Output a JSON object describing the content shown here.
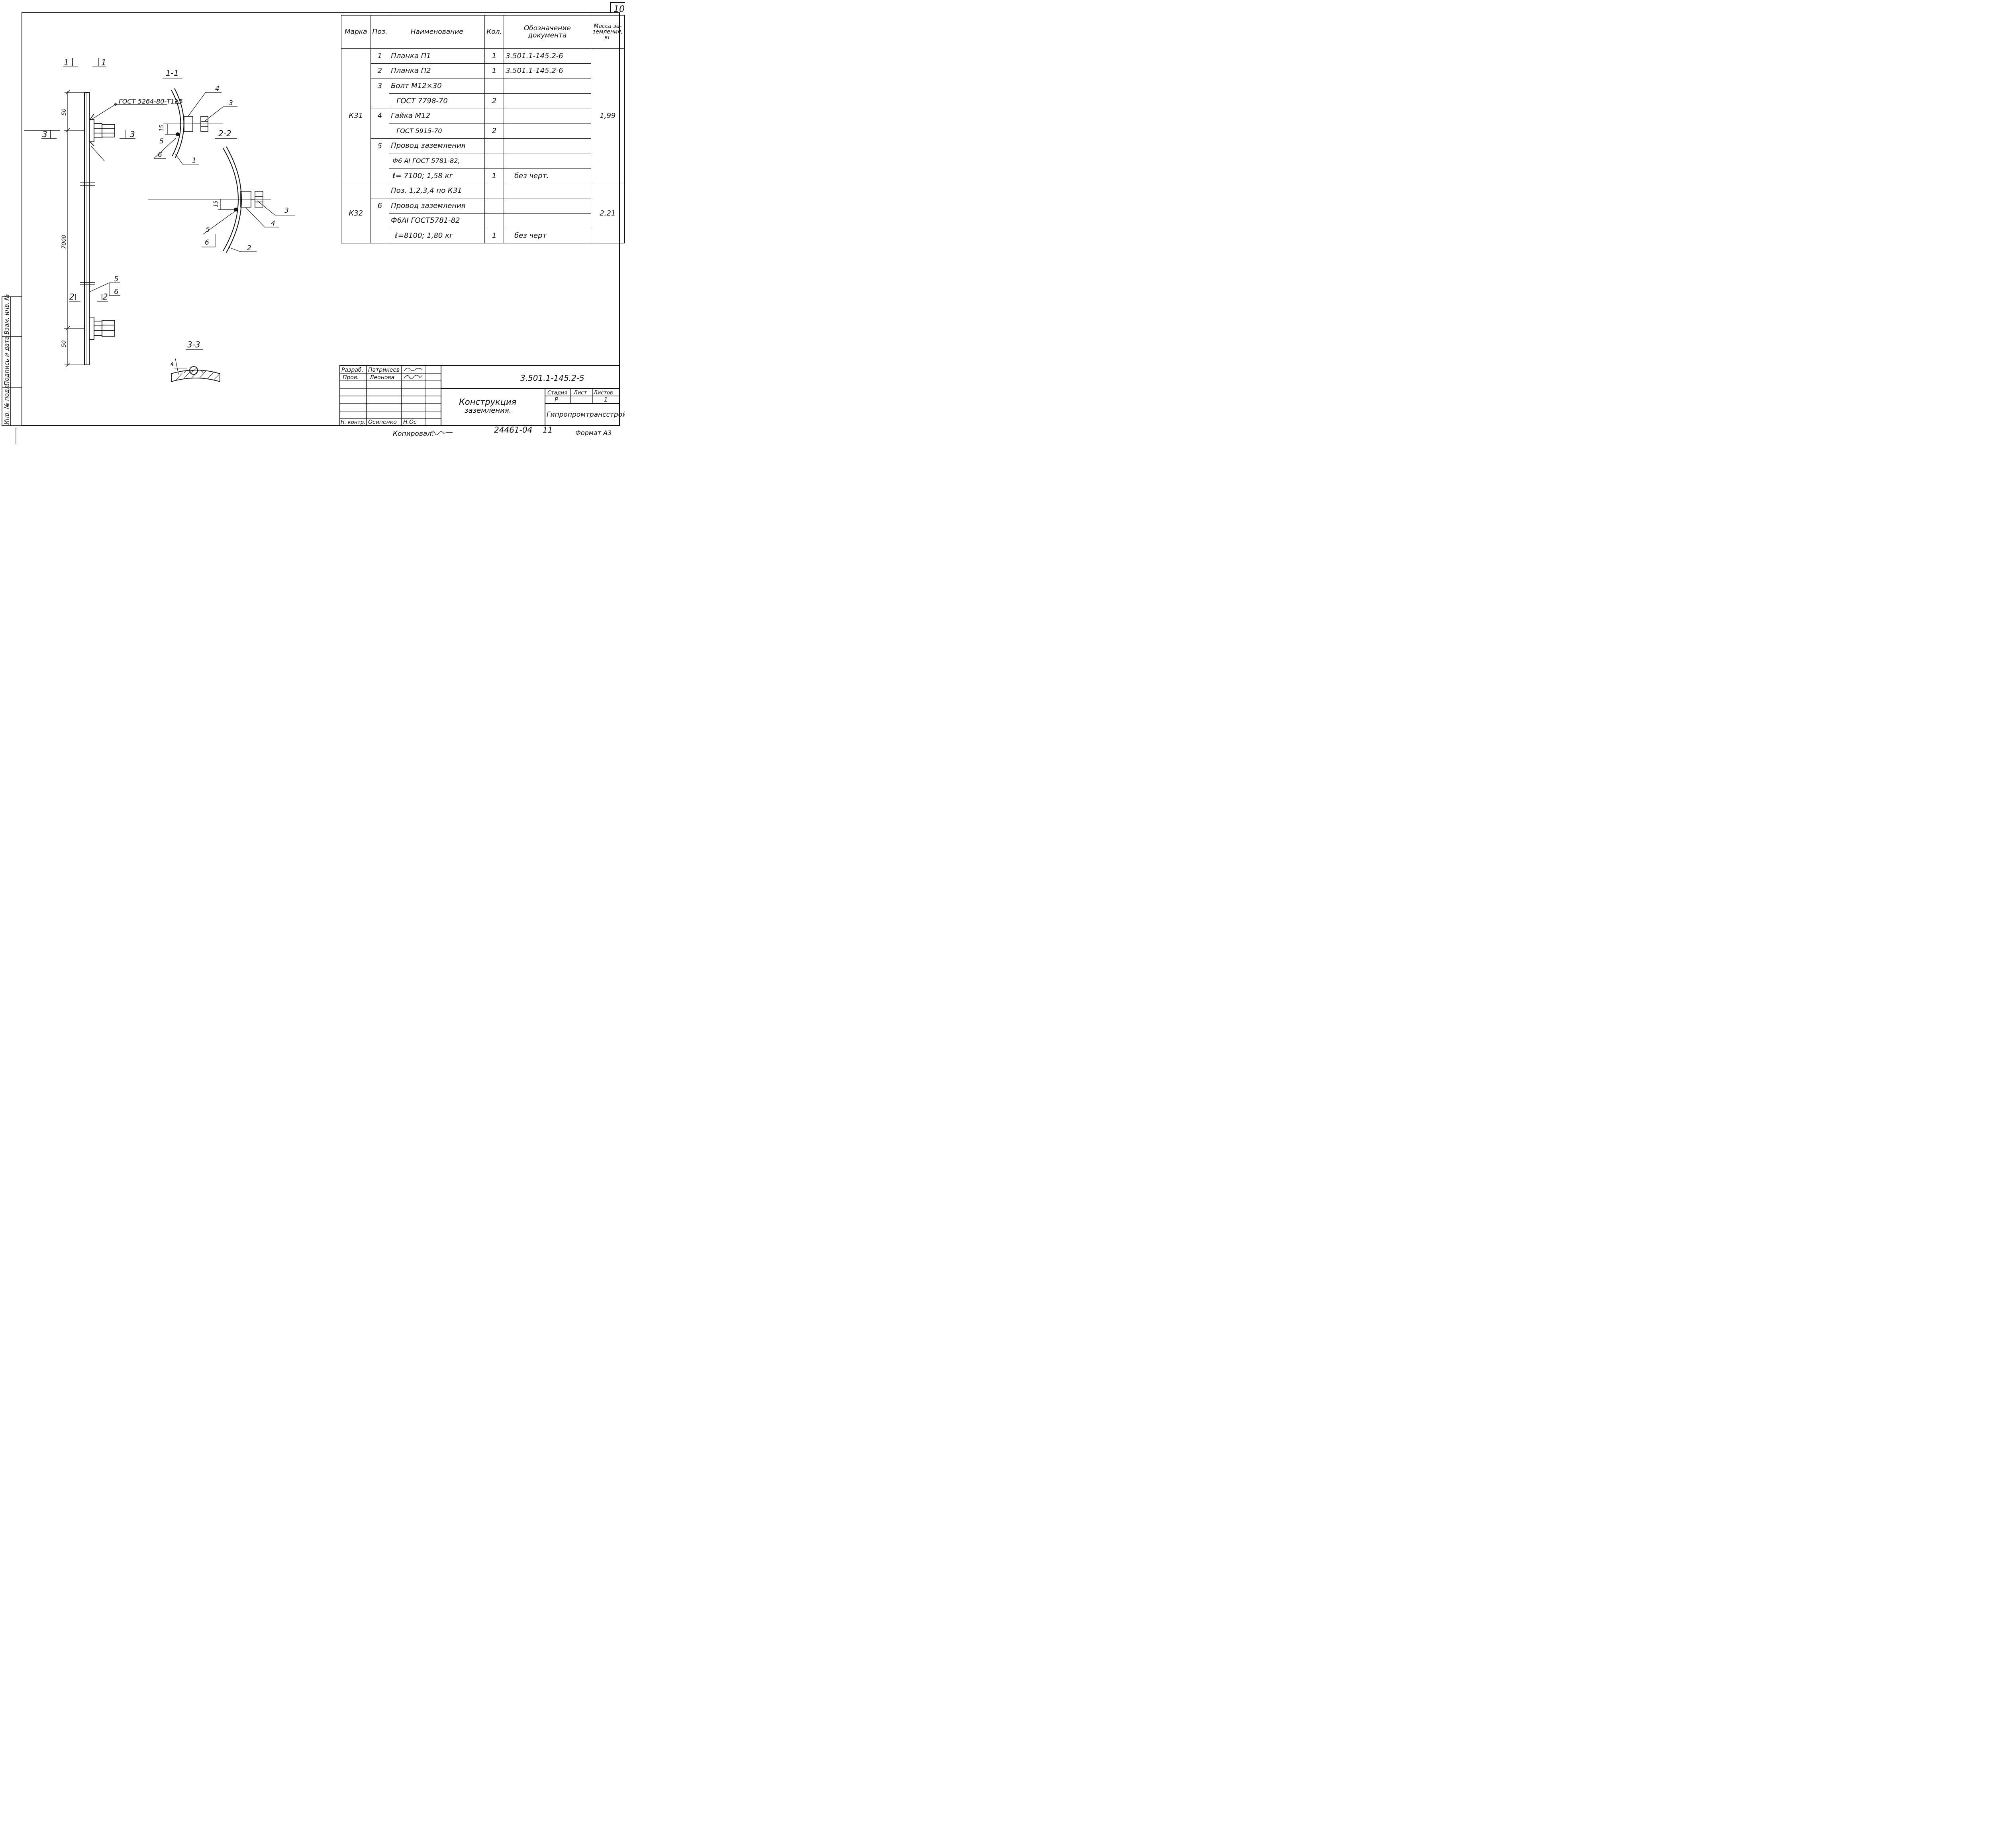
{
  "sheet_number": "10",
  "spec_table": {
    "headers": {
      "mark": "Марка",
      "pos": "Поз.",
      "name": "Наименование",
      "qty": "Кол.",
      "doc_line1": "Обозначение",
      "doc_line2": "документа",
      "mass_line1": "Масса за-",
      "mass_line2": "земления,",
      "mass_line3": "кг"
    },
    "groups": [
      {
        "mark": "К31",
        "mass": "1,99"
      },
      {
        "mark": "К32",
        "mass": "2,21"
      }
    ],
    "rows": [
      {
        "pos": "1",
        "name": "Планка П1",
        "qty": "1",
        "doc": "3.501.1-145.2-6"
      },
      {
        "pos": "2",
        "name": "Планка П2",
        "qty": "1",
        "doc": "3.501.1-145.2-6"
      },
      {
        "pos": "3",
        "name": "Болт М12×30",
        "qty": "",
        "doc": ""
      },
      {
        "pos": "",
        "name": "ГОСТ 7798-70",
        "qty": "2",
        "doc": ""
      },
      {
        "pos": "4",
        "name": "Гайка  М12",
        "qty": "",
        "doc": ""
      },
      {
        "pos": "",
        "name": "ГОСТ 5915-70",
        "qty": "2",
        "doc": ""
      },
      {
        "pos": "5",
        "name": "Провод заземления",
        "qty": "",
        "doc": ""
      },
      {
        "pos": "",
        "name": "Ф6 АI ГОСТ 5781-82,",
        "qty": "",
        "doc": ""
      },
      {
        "pos": "",
        "name": "ℓ= 7100;  1,58 кг",
        "qty": "1",
        "doc": "без  черт."
      },
      {
        "pos": "",
        "name": "Поз. 1,2,3,4 по К31",
        "qty": "",
        "doc": ""
      },
      {
        "pos": "6",
        "name": "Провод заземления",
        "qty": "",
        "doc": ""
      },
      {
        "pos": "",
        "name": "Ф6АI  ГОСТ5781-82",
        "qty": "",
        "doc": ""
      },
      {
        "pos": "",
        "name": "ℓ=8100;  1,80 кг",
        "qty": "1",
        "doc": "без  черт"
      }
    ]
  },
  "drawing": {
    "section_1_1": "1-1",
    "section_2_2": "2-2",
    "section_3_3": "3-3",
    "cut_mark_1": "1",
    "cut_mark_2": "2",
    "cut_mark_3": "3",
    "weld_note": "ГОСТ 5264-80-Т1∆5",
    "dim_50_top": "50",
    "dim_7000": "7000",
    "dim_50_bottom": "50",
    "dim_15": "15",
    "dim_4": "4",
    "callouts": {
      "p1": "1",
      "p2": "2",
      "p3": "3",
      "p4": "4",
      "p5": "5",
      "p6": "6"
    }
  },
  "side_stamp": {
    "inv_podl": "Инв. № подл.",
    "podp_data": "Подпись и дата",
    "vzam_inv": "Взам. инв. №"
  },
  "title_block": {
    "role_develop": "Разраб.",
    "name_develop": "Патрикеев",
    "role_check": "Пров.",
    "name_check": "Леонова",
    "role_norm": "Н. контр.",
    "name_norm": "Осипенко",
    "sign_norm": "Н.Ос",
    "doc_code": "3.501.1-145.2-5",
    "title_line1": "Конструкция",
    "title_line2": "заземления.",
    "stage_label": "Стадия",
    "sheet_label": "Лист",
    "sheets_label": "Листов",
    "stage_value": "Р",
    "sheets_value": "1",
    "org": "Гипропромтрансстрой"
  },
  "footer": {
    "copied": "Копировал:",
    "archive": "24461-04",
    "archive_sheet": "11",
    "format": "Формат А3"
  }
}
